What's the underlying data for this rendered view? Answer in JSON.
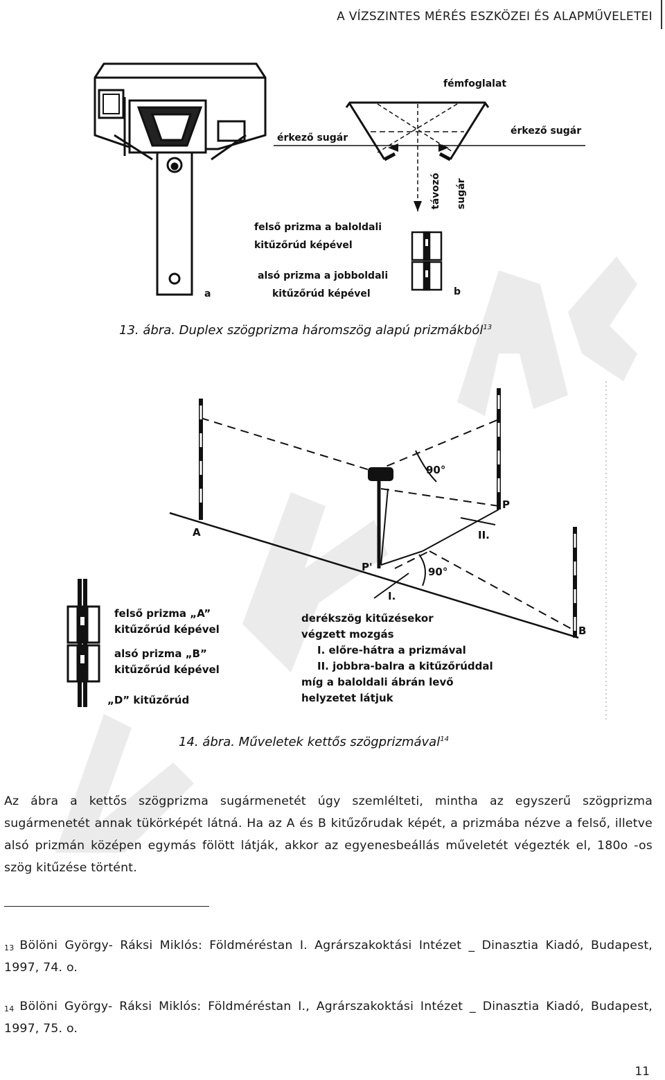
{
  "header": {
    "title": "A VÍZSZINTES MÉRÉS ESZKÖZEI ÉS ALAPMŰVELETEI"
  },
  "figure1": {
    "label_fem": "fémfoglalat",
    "label_erkezo_left": "érkező sugár",
    "label_erkezo_right": "érkező sugár",
    "label_tavozo": "távozó",
    "label_sugar": "sugár",
    "label_felso_1": "felső prizma a baloldali",
    "label_felso_2": "kitűzőrúd képével",
    "label_also_1": "alsó prizma a jobboldali",
    "label_also_2": "kitűzőrúd képével",
    "label_a": "a",
    "label_b": "b",
    "caption_text": "13. ábra. Duplex szögprizma háromszög alapú prizmákból",
    "caption_ref": "13"
  },
  "figure2": {
    "label_A": "A",
    "label_B": "B",
    "label_P": "P",
    "label_P1": "P'",
    "label_90_top": "90°",
    "label_90_bottom": "90°",
    "label_I": "I.",
    "label_II": "II.",
    "left_felso_1": "felső prizma „A”",
    "left_felso_2": "kitűzőrúd képével",
    "left_also_1": "alsó prizma „B”",
    "left_also_2": "kitűzőrúd képével",
    "left_D": "„D” kitűzőrúd",
    "right_1": "derékszög kitűzésekor",
    "right_2": "végzett mozgás",
    "right_3": "I. előre-hátra a prizmával",
    "right_4": "II. jobbra-balra a kitűzőrúddal",
    "right_5": "míg a baloldali ábrán levő",
    "right_6": "helyzetet látjuk",
    "caption_text": "14. ábra. Műveletek kettős szögprizmával",
    "caption_ref": "14"
  },
  "body": {
    "paragraph": "Az ábra a kettős szögprizma sugármenetét úgy szemlélteti, mintha az egyszerű szögprizma sugármenetét annak tükörképét látná. Ha az A és B kitűzőrudak képét, a prizmába nézve a felső, illetve alsó prizmán középen egymás fölött látják, akkor az egyenesbeállás műveletét végezték el, 180o -os szög kitűzése történt."
  },
  "footnotes": [
    {
      "num": "13",
      "text": "Bölöni György- Ráksi Miklós: Földméréstan I. Agrárszakoktási Intézet _ Dinasztia Kiadó, Budapest, 1997, 74. o."
    },
    {
      "num": "14",
      "text": "Bölöni György- Ráksi Miklós: Földméréstan I., Agrárszakoktási Intézet _ Dinasztia Kiadó, Budapest, 1997, 75. o."
    }
  ],
  "page_number": "11"
}
